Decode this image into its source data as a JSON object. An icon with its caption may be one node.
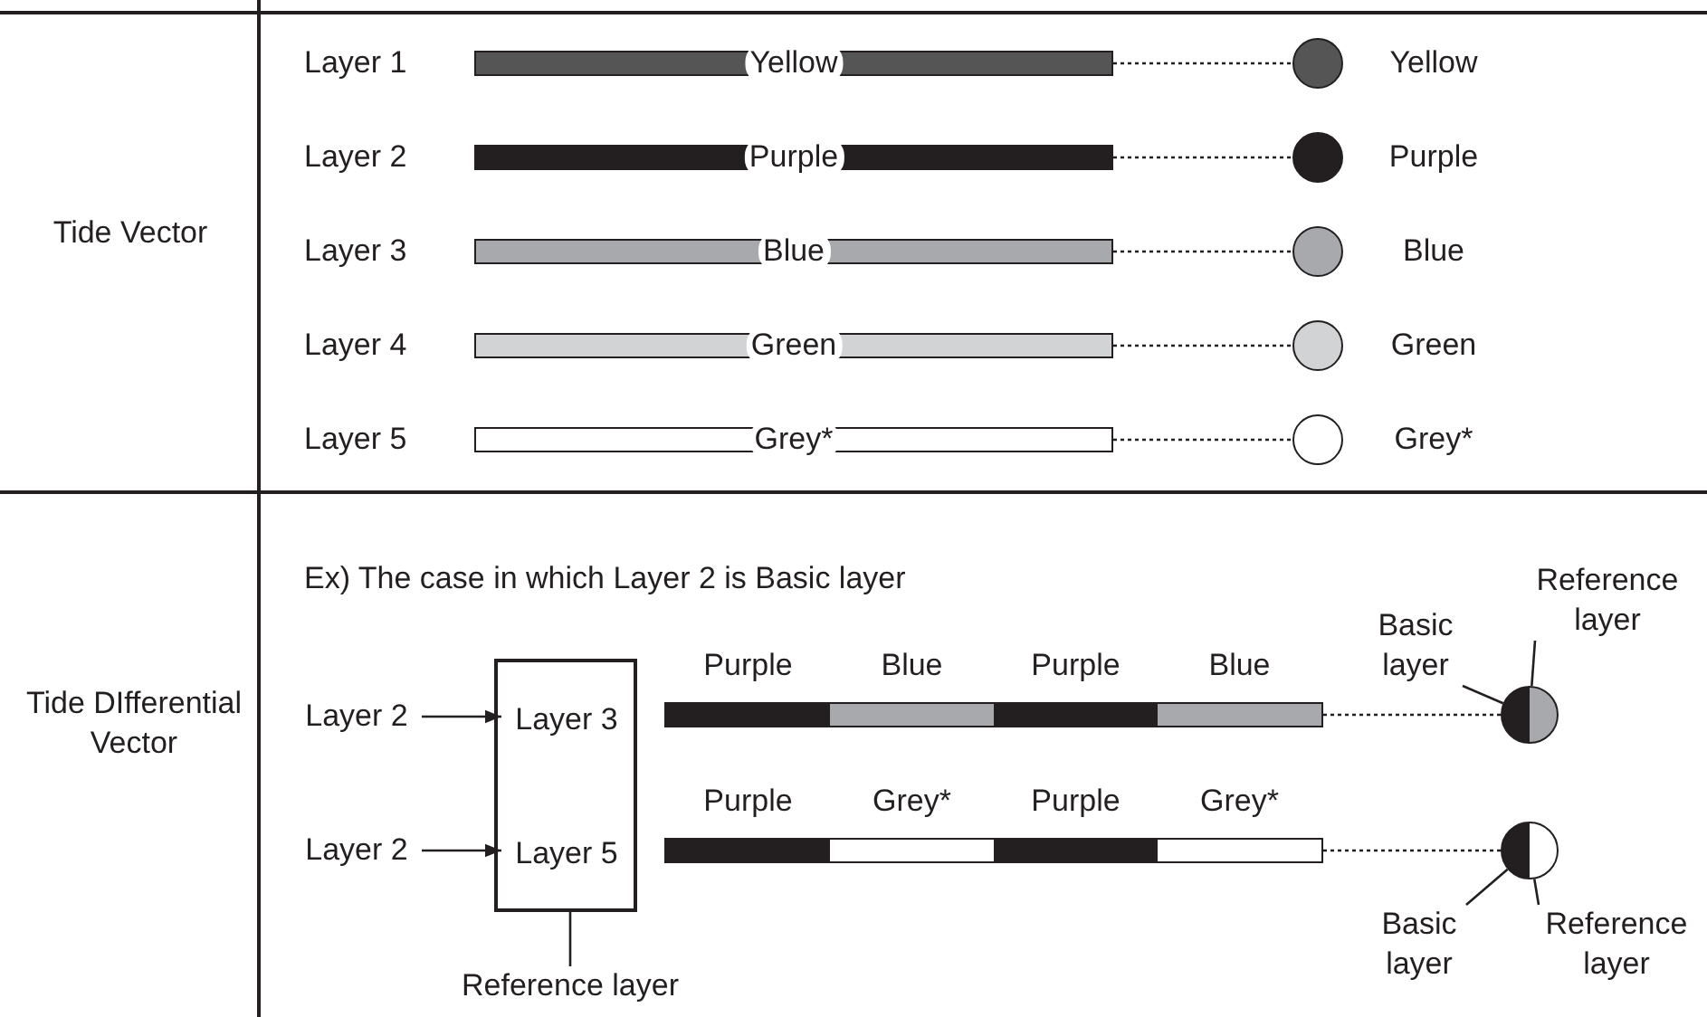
{
  "diagram": {
    "nodes": [
      {
        "text": [
          "Yellow"
        ]
      },
      {
        "text": [],
        "shape": "circle",
        "beside": [
          "Yellow"
        ]
      },
      {
        "text": [
          "Purple"
        ]
      },
      {
        "text": [],
        "shape": "circle",
        "beside": [
          "Purple"
        ]
      },
      {
        "text": [
          "Blue"
        ]
      },
      {
        "text": [],
        "shape": "circle",
        "beside": [
          "Blue"
        ]
      },
      {
        "text": [
          "Green"
        ]
      },
      {
        "text": [],
        "shape": "circle",
        "beside": [
          "Green"
        ]
      },
      {
        "text": [
          "Grey*"
        ]
      },
      {
        "text": [],
        "shape": "circle",
        "beside": [
          "Grey*"
        ]
      },
      {
        "text": [
          "Layer 2"
        ]
      },
      {
        "text": [],
        "shape": "box"
      },
      {
        "text": [
          "Layer 3"
        ],
        "in": 11
      },
      {
        "text": [
          "Layer 5"
        ],
        "in": 11
      },
      {
        "text": [
          "Layer 2"
        ]
      },
      {
        "text": [
          "Purple",
          "Blue",
          "Purple",
          "Blue"
        ]
      },
      {
        "text": [
          "Purple",
          "Grey*",
          "Purple",
          "Grey*"
        ]
      },
      {
        "text": [
          "Basic layer"
        ]
      },
      {
        "text": [
          "Reference layer"
        ]
      },
      {
        "text": [],
        "shape": "circle"
      },
      {
        "text": [],
        "shape": "circle"
      },
      {
        "text": [
          "Basic layer"
        ]
      },
      {
        "text": [
          "Reference layer"
        ]
      },
      {
        "text": [
          "Reference layer"
        ]
      }
    ],
    "edges": [
      {
        "from": 0,
        "to": 1,
        "arrow": "none",
        "style": "dashed"
      },
      {
        "from": 2,
        "to": 3,
        "arrow": "none",
        "style": "dashed"
      },
      {
        "from": 4,
        "to": 5,
        "arrow": "none",
        "style": "dashed"
      },
      {
        "from": 6,
        "to": 7,
        "arrow": "none",
        "style": "dashed"
      },
      {
        "from": 8,
        "to": 9,
        "arrow": "none",
        "style": "dashed"
      },
      {
        "from": 10,
        "to": 12,
        "arrow": "to"
      },
      {
        "from": 14,
        "to": 13,
        "arrow": "to"
      },
      {
        "from": 15,
        "to": 19,
        "arrow": "none",
        "style": "dashed"
      },
      {
        "from": 16,
        "to": 20,
        "arrow": "none",
        "style": "dashed"
      },
      {
        "from": 17,
        "to": 19,
        "arrow": "none"
      },
      {
        "from": 18,
        "to": 19,
        "arrow": "none"
      },
      {
        "from": 21,
        "to": 20,
        "arrow": "none"
      },
      {
        "from": 22,
        "to": 20,
        "arrow": "none"
      },
      {
        "from": 23,
        "to": 11,
        "arrow": "none"
      }
    ],
    "labels": [
      "Tide Vector",
      "Layer 1",
      "Layer 2",
      "Layer 3",
      "Layer 4",
      "Layer 5",
      "Tide DIfferential Vector",
      "Ex) The case in which Layer 2 is Basic layer"
    ]
  }
}
